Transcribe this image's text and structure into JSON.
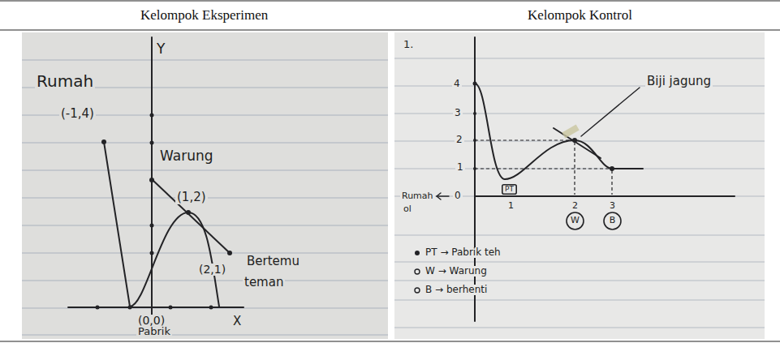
{
  "diagram": {
    "nodes": [
      {
        "text": [
          "PT"
        ]
      },
      {
        "text": [
          "W"
        ]
      },
      {
        "text": [
          "B"
        ]
      }
    ],
    "labels": [
      "Kelompok Eksperimen",
      "Kelompok Kontrol",
      "Rumah",
      "Y",
      "(-1,4)",
      "Warung",
      "(1,2)",
      "(2,1)",
      "Bertemu",
      "teman",
      "(0,0)",
      "X",
      "Pabrik",
      "1.",
      "4",
      "3",
      "2",
      "1",
      "Biji jagung",
      "Rumah",
      "0",
      "ol",
      "1",
      "2",
      "3",
      "PT → Pabrik teh",
      "W → Warung",
      "B → berhenti"
    ]
  }
}
